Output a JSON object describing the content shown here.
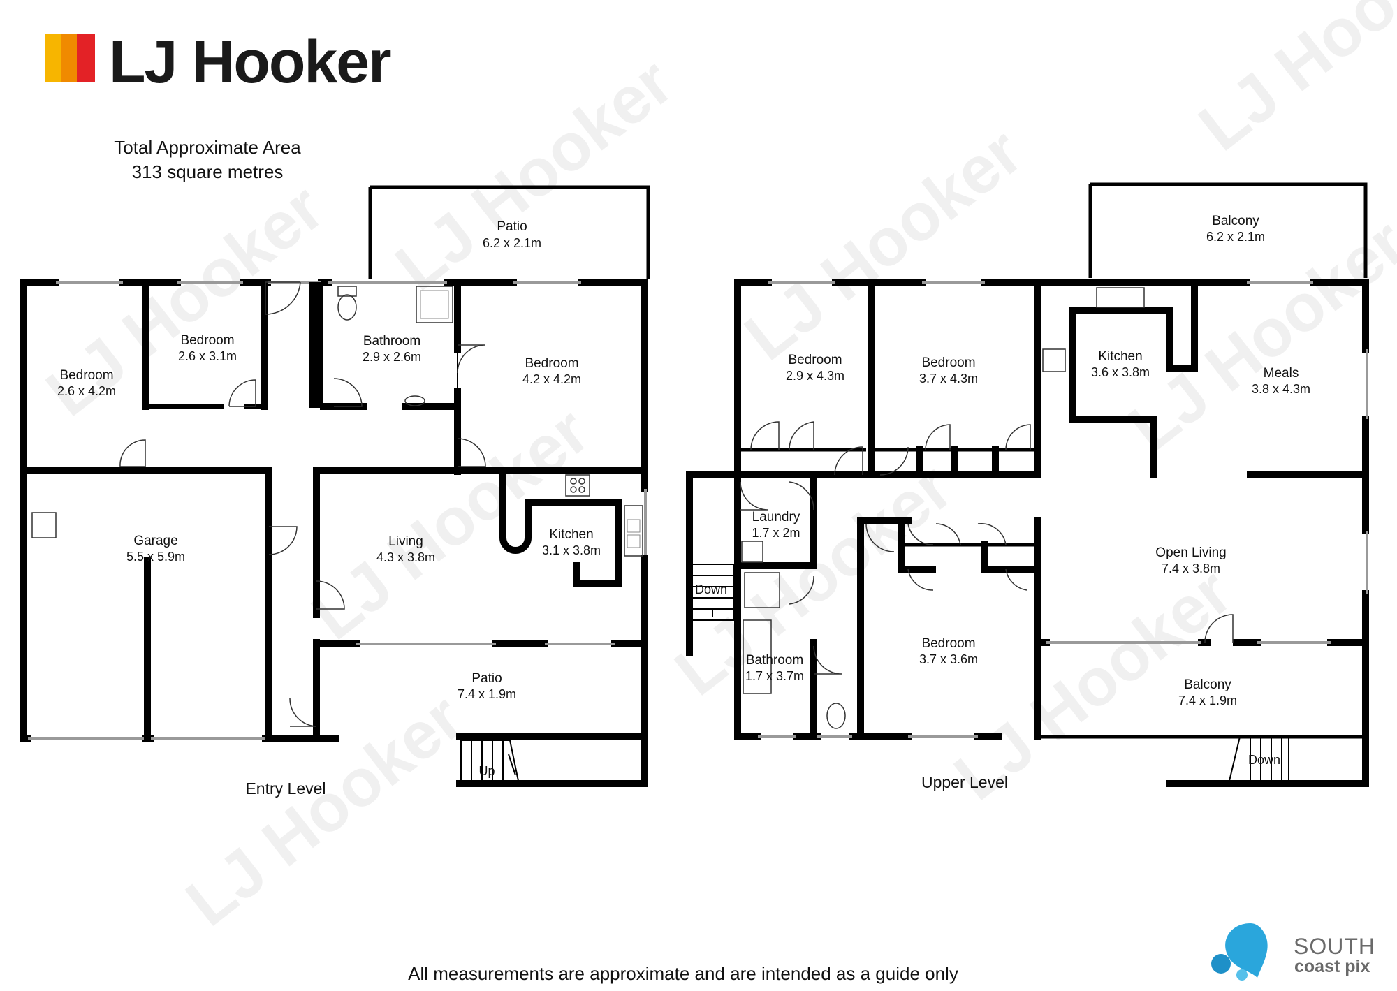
{
  "brand": {
    "name": "LJ Hooker",
    "stripe_colors": [
      "#f7b500",
      "#f08a00",
      "#e32226"
    ],
    "text_color": "#1a1a1a"
  },
  "summary": {
    "line1": "Total Approximate Area",
    "line2": "313 square metres"
  },
  "levels": {
    "entry": {
      "label": "Entry Level",
      "rooms": [
        {
          "name": "Patio",
          "dims": "6.2 x 2.1m"
        },
        {
          "name": "Bedroom",
          "dims": "2.6 x 4.2m"
        },
        {
          "name": "Bedroom",
          "dims": "2.6 x 3.1m"
        },
        {
          "name": "Bathroom",
          "dims": "2.9 x 2.6m"
        },
        {
          "name": "Bedroom",
          "dims": "4.2 x 4.2m"
        },
        {
          "name": "Garage",
          "dims": "5.5 x 5.9m"
        },
        {
          "name": "Living",
          "dims": "4.3 x 3.8m"
        },
        {
          "name": "Kitchen",
          "dims": "3.1 x 3.8m"
        },
        {
          "name": "Patio",
          "dims": "7.4 x 1.9m"
        }
      ],
      "stair_label": "Up"
    },
    "upper": {
      "label": "Upper Level",
      "rooms": [
        {
          "name": "Balcony",
          "dims": "6.2 x 2.1m"
        },
        {
          "name": "Bedroom",
          "dims": "2.9 x 4.3m"
        },
        {
          "name": "Bedroom",
          "dims": "3.7 x 4.3m"
        },
        {
          "name": "Kitchen",
          "dims": "3.6 x 3.8m"
        },
        {
          "name": "Meals",
          "dims": "3.8 x 4.3m"
        },
        {
          "name": "Laundry",
          "dims": "1.7 x 2m"
        },
        {
          "name": "Open Living",
          "dims": "7.4 x 3.8m"
        },
        {
          "name": "Bedroom",
          "dims": "3.7 x 3.6m"
        },
        {
          "name": "Bathroom",
          "dims": "1.7 x 3.7m"
        },
        {
          "name": "Balcony",
          "dims": "7.4 x 1.9m"
        }
      ],
      "stair_label_top": "Down",
      "stair_label_bottom": "Down"
    }
  },
  "footer": {
    "disclaimer": "All measurements are approximate and are intended as a guide only"
  },
  "credit": {
    "line1": "SOUTH",
    "line2": "coast pix",
    "color": "#2aa6dc"
  },
  "watermark": "LJ Hooker"
}
